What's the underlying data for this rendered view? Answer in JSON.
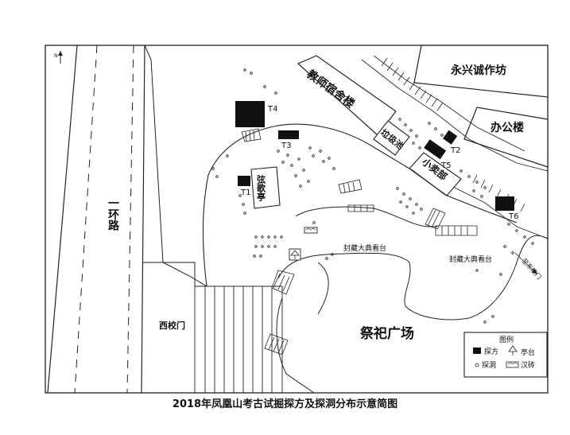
{
  "map": {
    "caption": "2018年凤凰山考古试掘探方及探洞分布示意简图",
    "north": "N",
    "labels": {
      "ring_road": "一环路",
      "teacher_dorm": "教师宿舍楼",
      "yongxing": "永兴诚作坊",
      "office": "办公楼",
      "garbage_pool": "垃圾池",
      "canteen": "小卖部",
      "pavilion": "弦歌亭",
      "west_gate": "西校门",
      "altar_square": "祭祀广场",
      "stand_1": "封藏大典看台",
      "stand_2": "封藏大典看台",
      "to_east_gate": "至东校门"
    },
    "trenches": [
      {
        "id": "T1",
        "label": "T1"
      },
      {
        "id": "T2",
        "label": "T2"
      },
      {
        "id": "T3",
        "label": "T3"
      },
      {
        "id": "T4",
        "label": "T4"
      },
      {
        "id": "T5",
        "label": "T5"
      },
      {
        "id": "T6",
        "label": "T6"
      }
    ],
    "legend": {
      "title": "图例",
      "trench": "探方",
      "probe_hole": "探洞",
      "pavilion": "亭台",
      "han_brick": "汉砖"
    }
  }
}
